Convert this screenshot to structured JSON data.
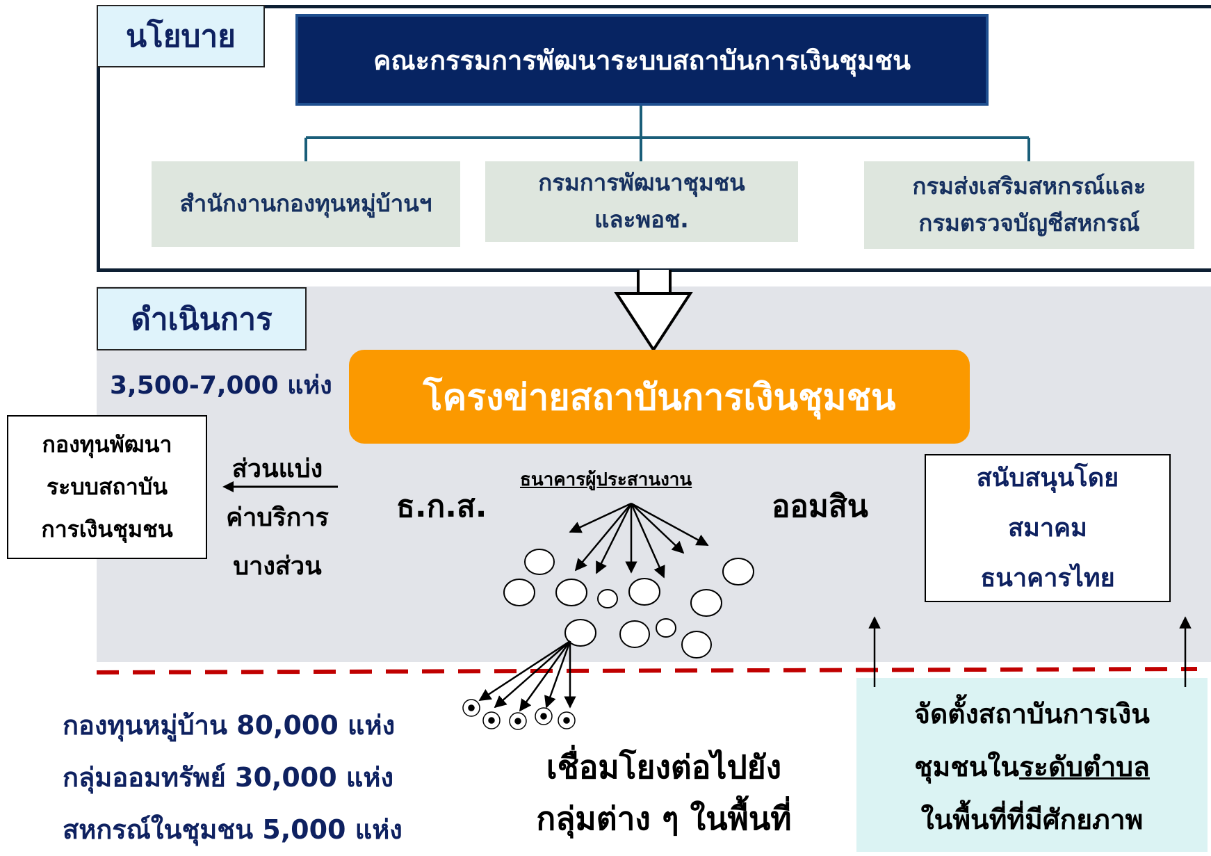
{
  "policy": {
    "tag": "นโยบาย",
    "committee": "คณะกรรมการพัฒนาระบบสถาบันการเงินชุมชน",
    "agencies": [
      {
        "lines": [
          "สำนักงานกองทุนหมู่บ้านฯ"
        ]
      },
      {
        "lines": [
          "กรมการพัฒนาชุมชน",
          "และพอช."
        ]
      },
      {
        "lines": [
          "กรมส่งเสริมสหกรณ์และ",
          "กรมตรวจบัญชีสหกรณ์"
        ]
      }
    ]
  },
  "operations": {
    "tag": "ดำเนินการ",
    "count": "3,500-7,000 แห่ง",
    "network": "โครงข่ายสถาบันการเงินชุมชน",
    "fund_box": [
      "กองทุนพัฒนา",
      "ระบบสถาบัน",
      "การเงินชุมชน"
    ],
    "fee_share": [
      "ส่วนแบ่ง",
      "ค่าบริการ",
      "บางส่วน"
    ],
    "baac": "ธ.ก.ส.",
    "coordinator": "ธนาคารผู้ประสานงาน",
    "gsb": "ออมสิน",
    "support_box": [
      "สนับสนุนโดย",
      "สมาคม",
      "ธนาคารไทย"
    ]
  },
  "community": {
    "groups": [
      "กองทุนหมู่บ้าน 80,000 แห่ง",
      "กลุ่มออมทรัพย์ 30,000 แห่ง",
      "สหกรณ์ในชุมชน 5,000 แห่ง"
    ],
    "link_text": [
      "เชื่อมโยงต่อไปยัง",
      "กลุ่มต่าง ๆ ในพื้นที่"
    ],
    "establish": {
      "line1": "จัดตั้งสถาบันการเงิน",
      "line2_prefix": "ชุมชนใน",
      "line2_underlined": "ระดับตำบล",
      "line3": "ในพื้นที่ที่มีศักยภาพ"
    }
  },
  "colors": {
    "committee_bg": "#072462",
    "network_bg": "#fb9900",
    "agency_bg": "#dee6de",
    "ops_panel_bg": "#e2e4e9",
    "tag_bg": "#dff3fb",
    "establish_bg": "#dbf3f3",
    "dashed_line": "#c00000",
    "connector": "#1a5e79",
    "text_navy": "#0e2160"
  }
}
